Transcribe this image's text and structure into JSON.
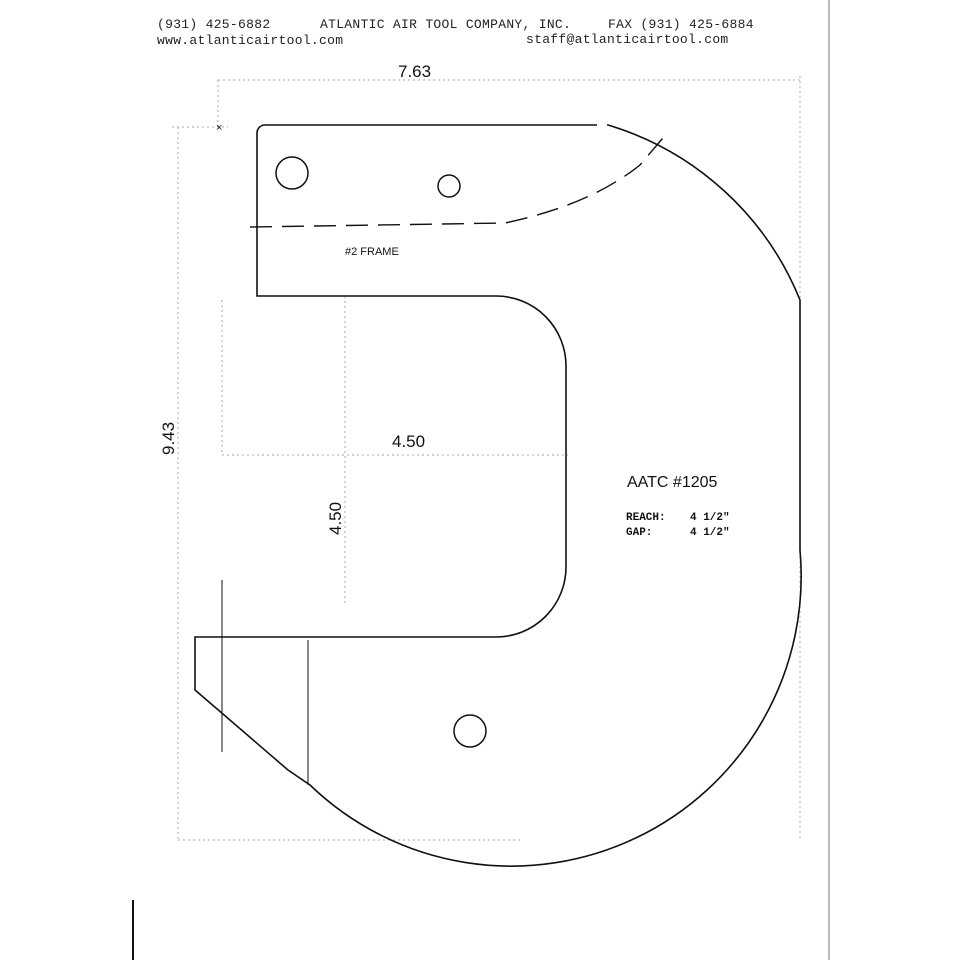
{
  "header": {
    "phone": "(931) 425-6882",
    "company": "ATLANTIC AIR TOOL COMPANY, INC.",
    "fax": "FAX (931) 425-6884",
    "website": "www.atlanticairtool.com",
    "email": "staff@atlanticairtool.com"
  },
  "drawing": {
    "overall_width": "7.63",
    "overall_height": "9.43",
    "reach_dim": "4.50",
    "gap_dim": "4.50",
    "frame_label": "#2 FRAME",
    "corner_mark": "×",
    "model": "AATC #1205",
    "specs": [
      {
        "label": "REACH:",
        "value": "4 1/2\""
      },
      {
        "label": "GAP:",
        "value": "4 1/2\""
      }
    ]
  }
}
